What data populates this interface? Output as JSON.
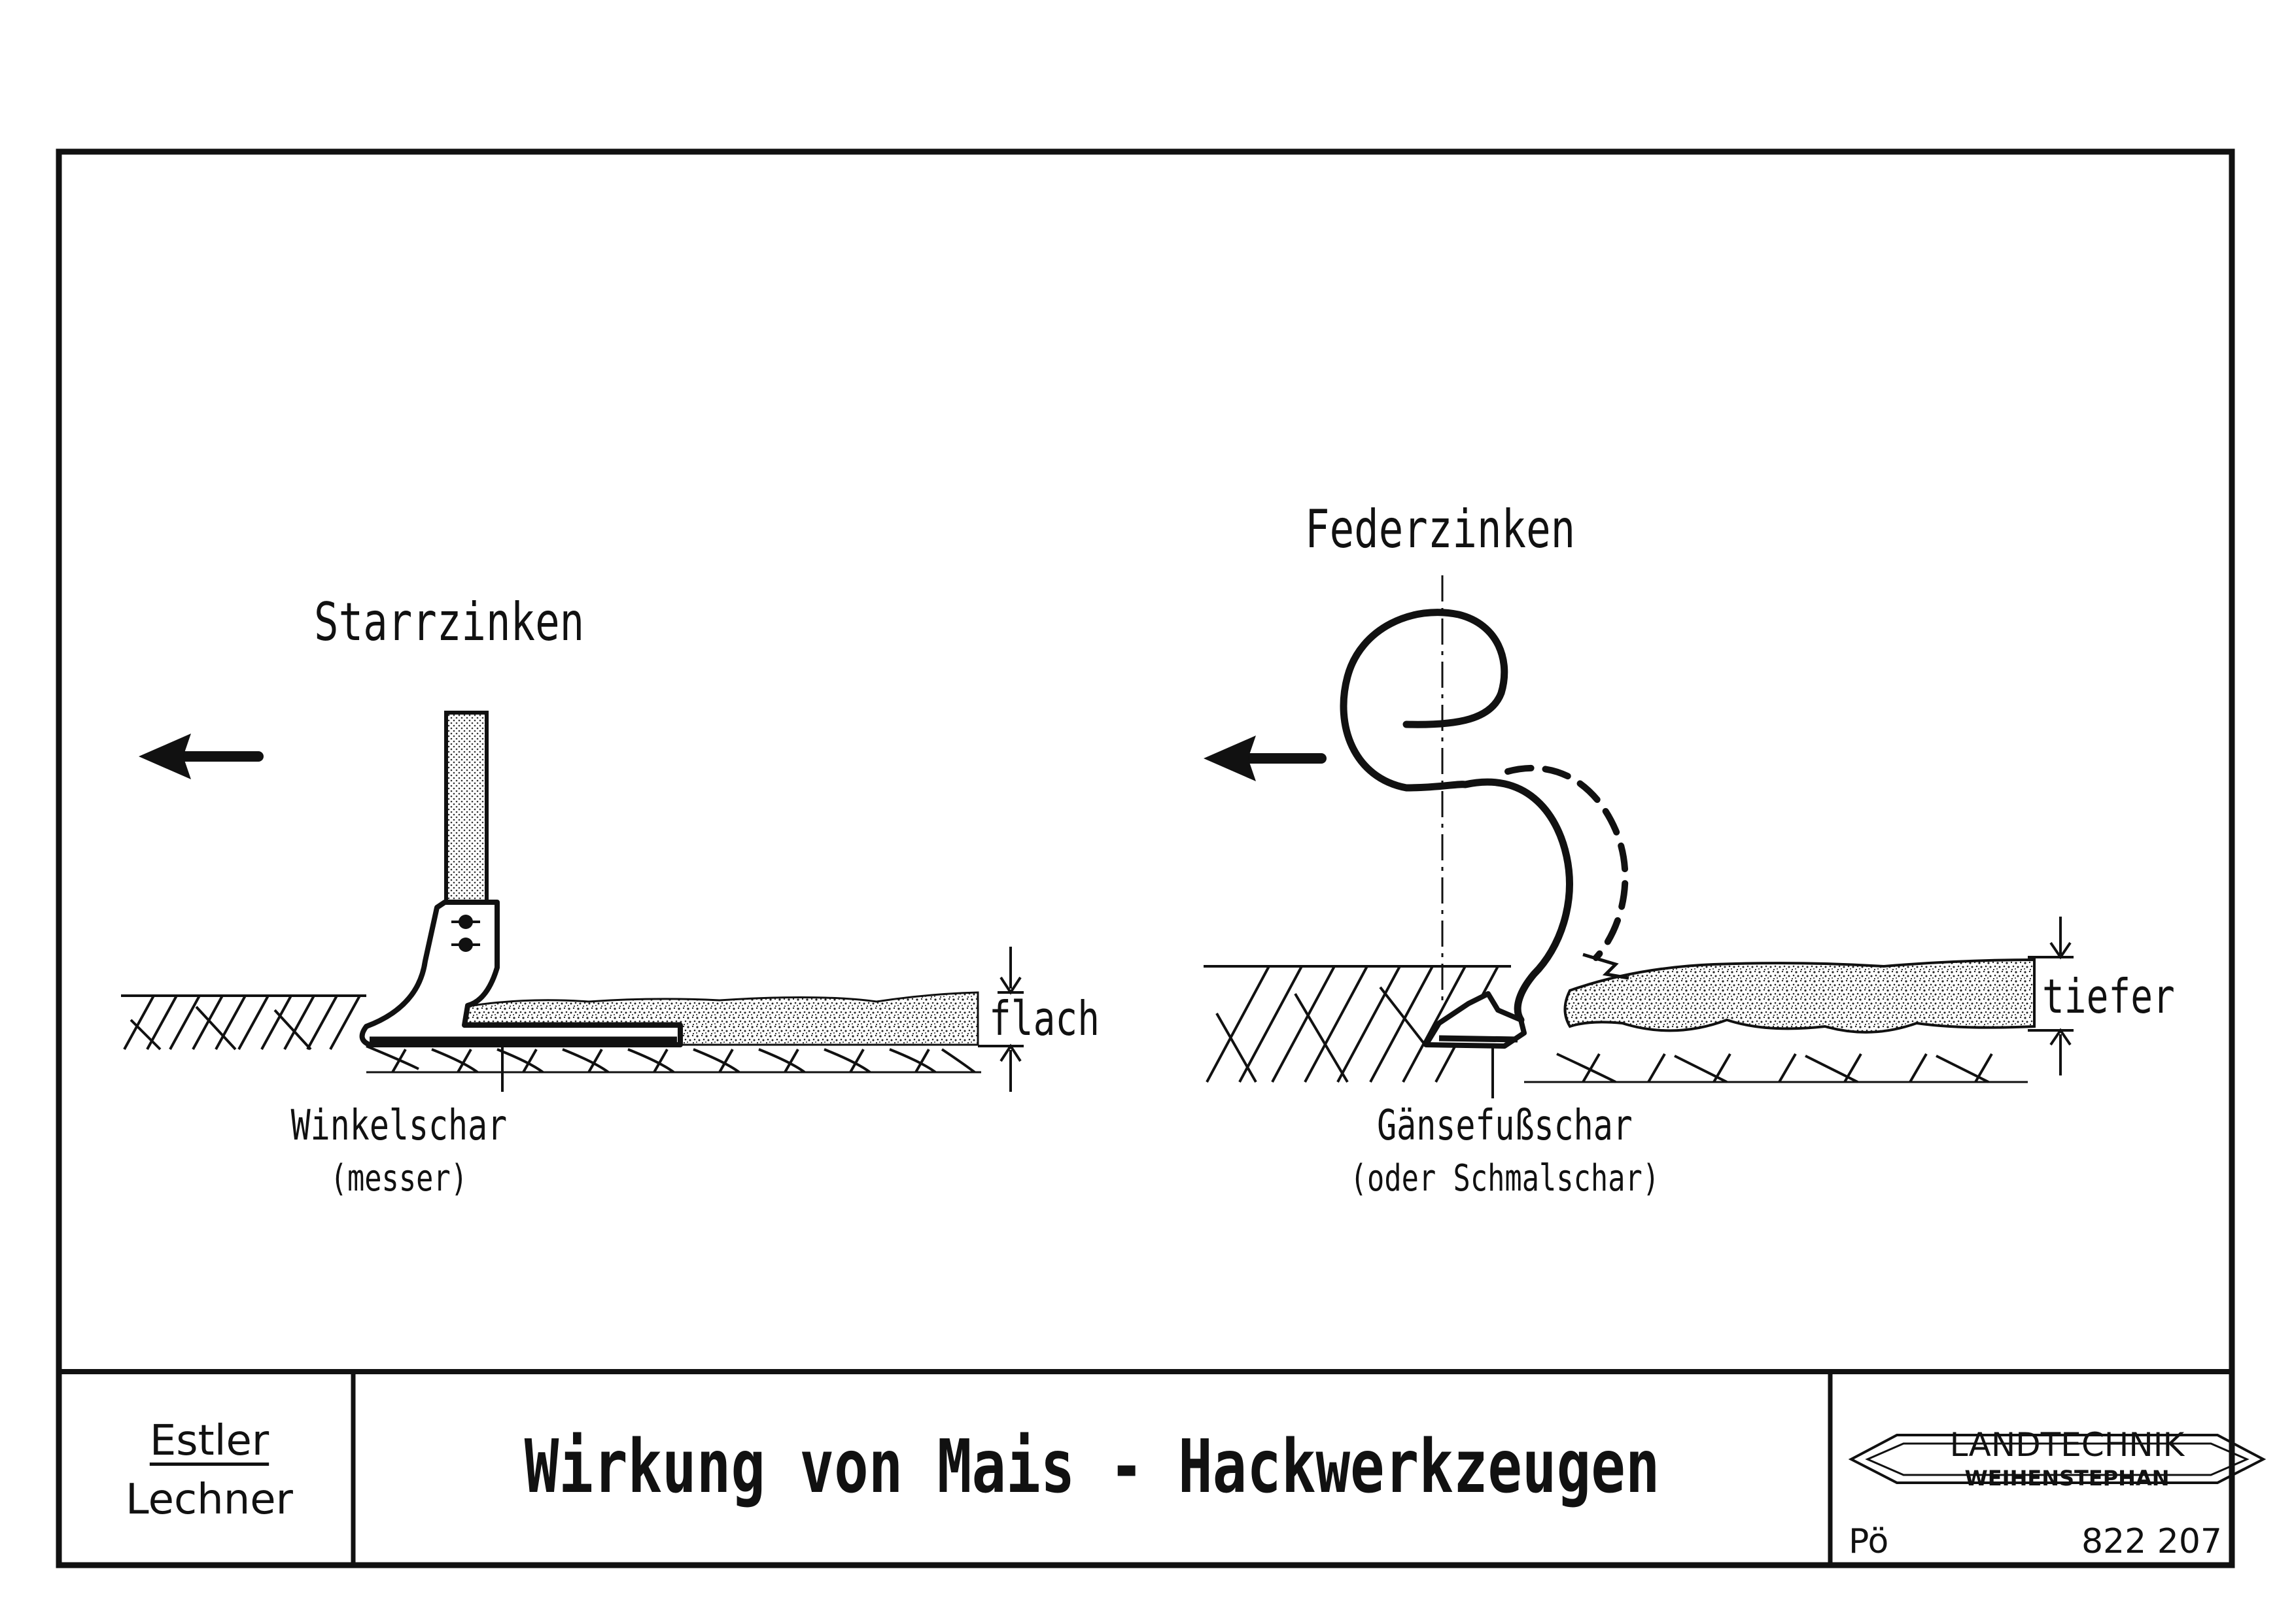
{
  "diagram": {
    "left_tool": {
      "heading": "Starrzinken",
      "share_label": "Winkelschar",
      "share_note": "(messer)",
      "depth_label": "flach"
    },
    "right_tool": {
      "heading": "Federzinken",
      "share_label": "Gänsefußschar",
      "share_note": "(oder Schmalschar)",
      "depth_label": "tiefer"
    },
    "direction_icon": "arrow-left-icon"
  },
  "title_block": {
    "authors": [
      "Estler",
      "Lechner"
    ],
    "title": "Wirkung von Mais - Hackwerkzeugen",
    "logo_line1": "LANDTECHNIK",
    "logo_line2": "WEIHENSTEPHAN",
    "drawn_by": "Pö",
    "number": "822 207"
  },
  "colors": {
    "ink": "#111111",
    "paper": "#ffffff"
  }
}
